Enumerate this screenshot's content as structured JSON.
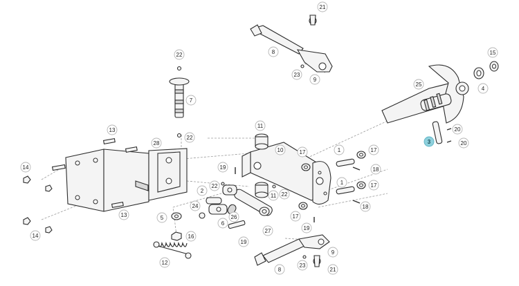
{
  "diagram": {
    "highlighted_part": "3",
    "callouts": [
      {
        "id": "c21a",
        "label": "21"
      },
      {
        "id": "c8a",
        "label": "8"
      },
      {
        "id": "c23a",
        "label": "23"
      },
      {
        "id": "c9a",
        "label": "9"
      },
      {
        "id": "c15",
        "label": "15"
      },
      {
        "id": "c25",
        "label": "25"
      },
      {
        "id": "c4",
        "label": "4"
      },
      {
        "id": "c22a",
        "label": "22"
      },
      {
        "id": "c7",
        "label": "7"
      },
      {
        "id": "c22b",
        "label": "22"
      },
      {
        "id": "c20a",
        "label": "20"
      },
      {
        "id": "c3",
        "label": "3"
      },
      {
        "id": "c20b",
        "label": "20"
      },
      {
        "id": "c13a",
        "label": "13"
      },
      {
        "id": "c28",
        "label": "28"
      },
      {
        "id": "c11a",
        "label": "11"
      },
      {
        "id": "c10",
        "label": "10"
      },
      {
        "id": "c17a",
        "label": "17"
      },
      {
        "id": "c1a",
        "label": "1"
      },
      {
        "id": "c17b",
        "label": "17"
      },
      {
        "id": "c18a",
        "label": "18"
      },
      {
        "id": "c14a",
        "label": "14"
      },
      {
        "id": "c19a",
        "label": "19"
      },
      {
        "id": "c22c",
        "label": "22"
      },
      {
        "id": "c1b",
        "label": "1"
      },
      {
        "id": "c17c",
        "label": "17"
      },
      {
        "id": "c2",
        "label": "2"
      },
      {
        "id": "c11b",
        "label": "11"
      },
      {
        "id": "c22d",
        "label": "22"
      },
      {
        "id": "c24",
        "label": "24"
      },
      {
        "id": "c18b",
        "label": "18"
      },
      {
        "id": "c13b",
        "label": "13"
      },
      {
        "id": "c6",
        "label": "6"
      },
      {
        "id": "c26",
        "label": "26"
      },
      {
        "id": "c17d",
        "label": "17"
      },
      {
        "id": "c5",
        "label": "5"
      },
      {
        "id": "c27",
        "label": "27"
      },
      {
        "id": "c19b",
        "label": "19"
      },
      {
        "id": "c14b",
        "label": "14"
      },
      {
        "id": "c16",
        "label": "16"
      },
      {
        "id": "c19c",
        "label": "19"
      },
      {
        "id": "c9b",
        "label": "9"
      },
      {
        "id": "c12",
        "label": "12"
      },
      {
        "id": "c8b",
        "label": "8"
      },
      {
        "id": "c23b",
        "label": "23"
      },
      {
        "id": "c21b",
        "label": "21"
      }
    ]
  }
}
